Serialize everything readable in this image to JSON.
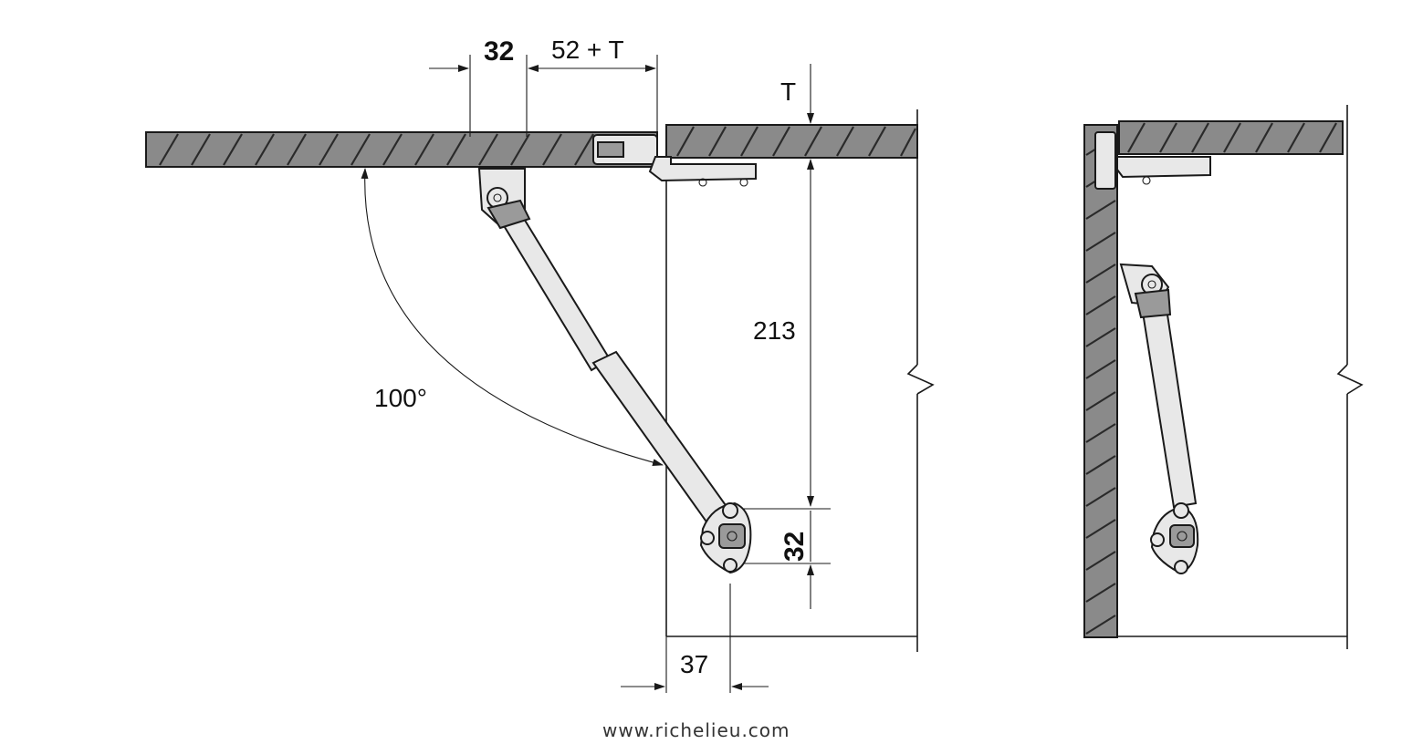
{
  "dimensions": {
    "top_bracket_spacing": "32",
    "offset_label": "52 + T",
    "thickness_label": "T",
    "height_label": "213",
    "angle_label": "100°",
    "bottom_bracket_spacing": "32",
    "side_offset": "37"
  },
  "footer": {
    "url": "www.richelieu.com"
  },
  "watermark": {
    "text": "www.richelieu.com"
  },
  "colors": {
    "panel": "#8a8a8a",
    "line": "#1a1a1a",
    "part": "#e8e8e8"
  }
}
